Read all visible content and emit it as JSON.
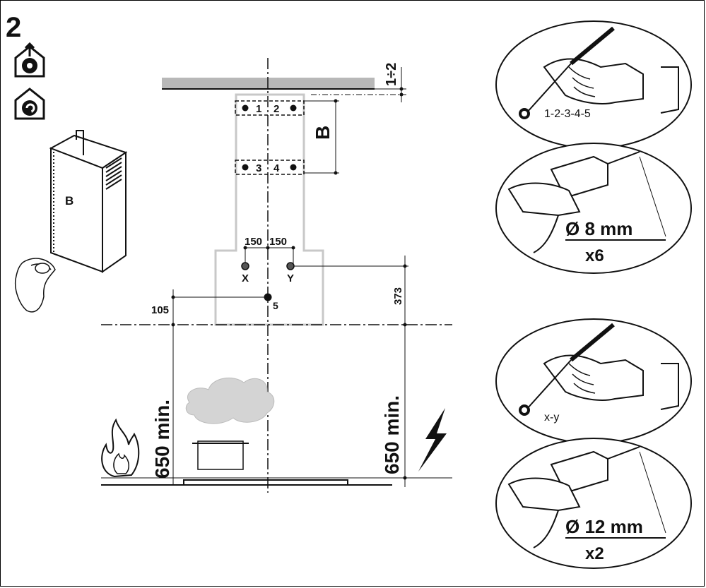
{
  "step_number": "2",
  "modes": [
    {
      "icon": "exhaust-house-icon"
    },
    {
      "icon": "recirculation-house-icon"
    }
  ],
  "chimney_label": "B",
  "ceiling_gap_label": "1÷2",
  "bracket_holes": [
    "1",
    "2",
    "3",
    "4"
  ],
  "bracket_height_label": "B",
  "offset_left": "150",
  "offset_right": "150",
  "point_x": "X",
  "point_y": "Y",
  "point_5": "5",
  "dim_105": "105",
  "dim_373": "373",
  "min_left": "650 min.",
  "min_right": "650 min.",
  "steps": [
    {
      "type": "mark",
      "label": "1-2-3-4-5"
    },
    {
      "type": "drill",
      "diameter": "Ø 8 mm",
      "count": "x6"
    },
    {
      "type": "mark",
      "label": "x-y"
    },
    {
      "type": "drill",
      "diameter": "Ø 12 mm",
      "count": "x2"
    }
  ],
  "colors": {
    "line": "#111111",
    "hood": "#c8c8c8",
    "ceiling": "#b8b8b8"
  }
}
